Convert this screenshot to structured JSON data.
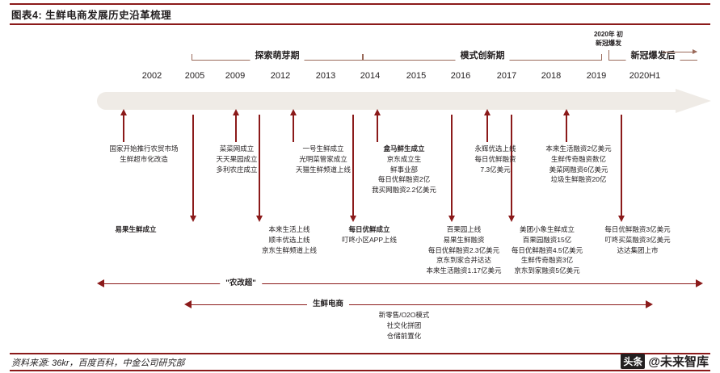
{
  "header": {
    "title": "图表4: 生鲜电商发展历史沿革梳理"
  },
  "footer": {
    "source": "资料来源: 36kr，百度百科，中金公司研究部",
    "brand_tag": "头条",
    "brand_name": "@未来智库"
  },
  "phases": [
    {
      "label": "探索萌芽期"
    },
    {
      "label": "模式创新期"
    },
    {
      "label": "新冠爆发后"
    }
  ],
  "covid_note": "2020年初\n新冠爆发",
  "covid_note_line1": "2020年 初",
  "covid_note_line2": "新冠爆发",
  "years": [
    "2002",
    "2005",
    "2009",
    "2012",
    "2013",
    "2014",
    "2015",
    "2016",
    "2017",
    "2018",
    "2019",
    "2020H1"
  ],
  "events_above": [
    {
      "year": "2005",
      "lines": [
        "国家开始推行农贸市场",
        "生鲜超市化改造"
      ]
    },
    {
      "year": "2009",
      "lines": [
        "菜菜网成立",
        "天天果园成立",
        "多利农庄成立"
      ]
    },
    {
      "year": "2012",
      "lines": [
        "一号生鲜成立",
        "光明菜管家成立",
        "天猫生鲜频道上线"
      ]
    },
    {
      "year": "2014",
      "lines": [
        "盒马鲜生成立",
        "京东成立生",
        "鲜事业部",
        "每日优鲜融资2亿",
        "我买网融资2.2亿美元"
      ],
      "bold_first": true
    },
    {
      "year": "2017",
      "lines": [
        "永辉优选上线",
        "每日优鲜融资",
        "7.3亿美元"
      ]
    },
    {
      "year": "2019",
      "lines": [
        "本来生活融资2亿美元",
        "生鲜传奇融资数亿",
        "美菜网融资6亿美元",
        "垃圾生鲜融资20亿"
      ]
    }
  ],
  "events_below": [
    {
      "year": "2005",
      "lines": [
        "易果生鲜成立"
      ],
      "bold": true
    },
    {
      "year": "2012",
      "lines": [
        "本来生活上线",
        "顺丰优选上线",
        "京东生鲜频道上线"
      ]
    },
    {
      "year": "2014",
      "lines": [
        "每日优鲜成立",
        "叮咚小区APP上线"
      ],
      "bold_first": true
    },
    {
      "year": "2016",
      "lines": [
        "百果园上线",
        "易果生鲜融资",
        "每日优鲜融资2.3亿美元",
        "京东到家合并达达",
        "本来生活融资1.17亿美元"
      ]
    },
    {
      "year": "2018",
      "lines": [
        "美团小象生鲜成立",
        "百果园融资15亿",
        "每日优鲜融资4.5亿美元",
        "生鲜传奇融资3亿",
        "京东到家融资5亿美元"
      ]
    },
    {
      "year": "2020H1",
      "lines": [
        "每日优鲜融资3亿美元",
        "叮咚买菜融资3亿美元",
        "达达集团上市"
      ]
    }
  ],
  "bottom_arrows": [
    {
      "label": "\"农改超\""
    },
    {
      "label": "生鲜电商"
    }
  ],
  "bottom_note": [
    "新零售/O2O模式",
    "社交化拼团",
    "仓储前置化"
  ]
}
